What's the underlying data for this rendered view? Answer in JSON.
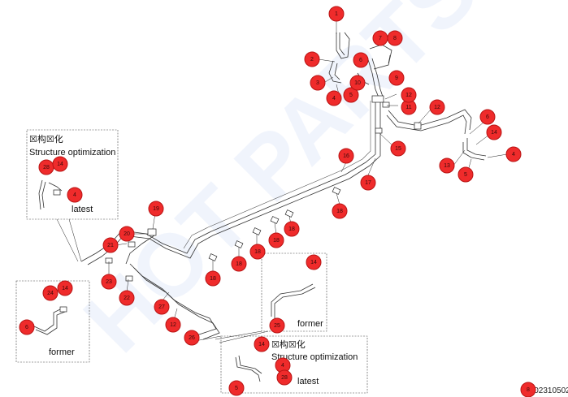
{
  "inset_labels": {
    "top_left_title": "☒构☒化",
    "top_left_subtitle": "Structure optimization",
    "top_left_caption": "latest",
    "bottom_left_caption": "former",
    "mid_right_caption": "former",
    "bottom_right_title": "☒构☒化",
    "bottom_right_subtitle": "Structure optimization",
    "bottom_right_caption": "latest"
  },
  "watermark": "HOT PARTS",
  "diagram_code": "B202310502",
  "callouts": [
    {
      "id": "c1",
      "label": "1"
    },
    {
      "id": "c2",
      "label": "2"
    },
    {
      "id": "c3",
      "label": "3"
    },
    {
      "id": "c4a",
      "label": "4"
    },
    {
      "id": "c5a",
      "label": "5"
    },
    {
      "id": "c6a",
      "label": "6"
    },
    {
      "id": "c7",
      "label": "7"
    },
    {
      "id": "c8",
      "label": "8"
    },
    {
      "id": "c9",
      "label": "9"
    },
    {
      "id": "c10",
      "label": "10"
    },
    {
      "id": "c11",
      "label": "11"
    },
    {
      "id": "c12a",
      "label": "12"
    },
    {
      "id": "c12b",
      "label": "12"
    },
    {
      "id": "c15",
      "label": "15"
    },
    {
      "id": "c6b",
      "label": "6"
    },
    {
      "id": "c14a",
      "label": "14"
    },
    {
      "id": "c4b",
      "label": "4"
    },
    {
      "id": "c13",
      "label": "13"
    },
    {
      "id": "c5b",
      "label": "5"
    },
    {
      "id": "c16",
      "label": "16"
    },
    {
      "id": "c17",
      "label": "17"
    },
    {
      "id": "c18a",
      "label": "18"
    },
    {
      "id": "c18b",
      "label": "18"
    },
    {
      "id": "c18c",
      "label": "18"
    },
    {
      "id": "c18d",
      "label": "18"
    },
    {
      "id": "c18e",
      "label": "18"
    },
    {
      "id": "c18f",
      "label": "18"
    },
    {
      "id": "c18g",
      "label": "18"
    },
    {
      "id": "c19",
      "label": "19"
    },
    {
      "id": "c20",
      "label": "20"
    },
    {
      "id": "c21",
      "label": "21"
    },
    {
      "id": "c22",
      "label": "22"
    },
    {
      "id": "c23",
      "label": "23"
    },
    {
      "id": "c27",
      "label": "27"
    },
    {
      "id": "c12c",
      "label": "12"
    },
    {
      "id": "c26",
      "label": "26"
    },
    {
      "id": "c28a",
      "label": "28"
    },
    {
      "id": "c14b",
      "label": "14"
    },
    {
      "id": "c4c",
      "label": "4"
    },
    {
      "id": "c24",
      "label": "24"
    },
    {
      "id": "c14c",
      "label": "14"
    },
    {
      "id": "c6c",
      "label": "6"
    },
    {
      "id": "c14d",
      "label": "14"
    },
    {
      "id": "c25",
      "label": "25"
    },
    {
      "id": "c14e",
      "label": "14"
    },
    {
      "id": "c4d",
      "label": "4"
    },
    {
      "id": "c28b",
      "label": "28"
    },
    {
      "id": "c5c",
      "label": "5"
    },
    {
      "id": "c8b",
      "label": "8"
    }
  ]
}
